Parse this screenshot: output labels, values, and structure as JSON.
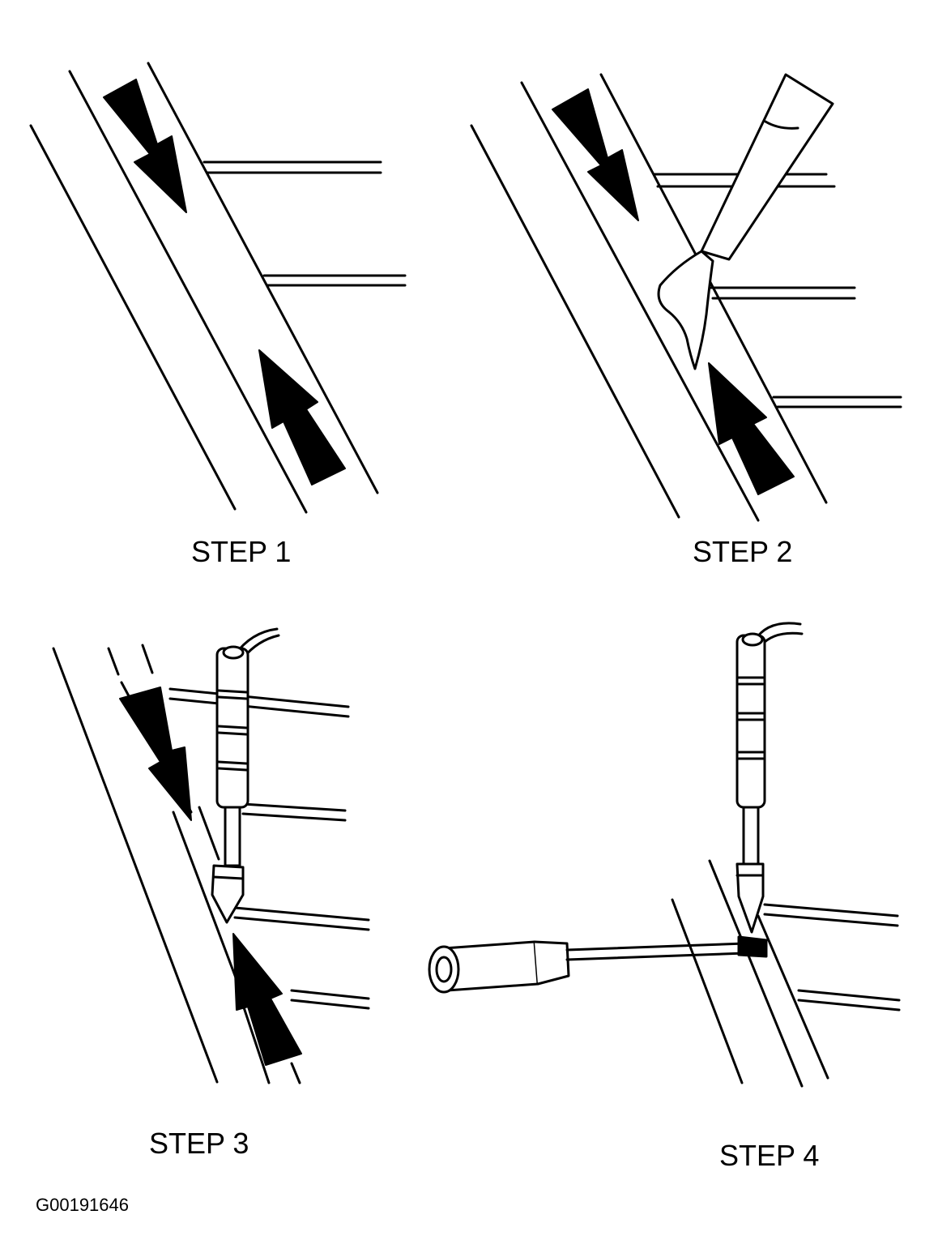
{
  "steps": [
    {
      "label": "STEP 1"
    },
    {
      "label": "STEP 2"
    },
    {
      "label": "STEP 3"
    },
    {
      "label": "STEP 4"
    }
  ],
  "figure_code": "G00191646",
  "colors": {
    "ink": "#000000",
    "paper": "#ffffff"
  }
}
